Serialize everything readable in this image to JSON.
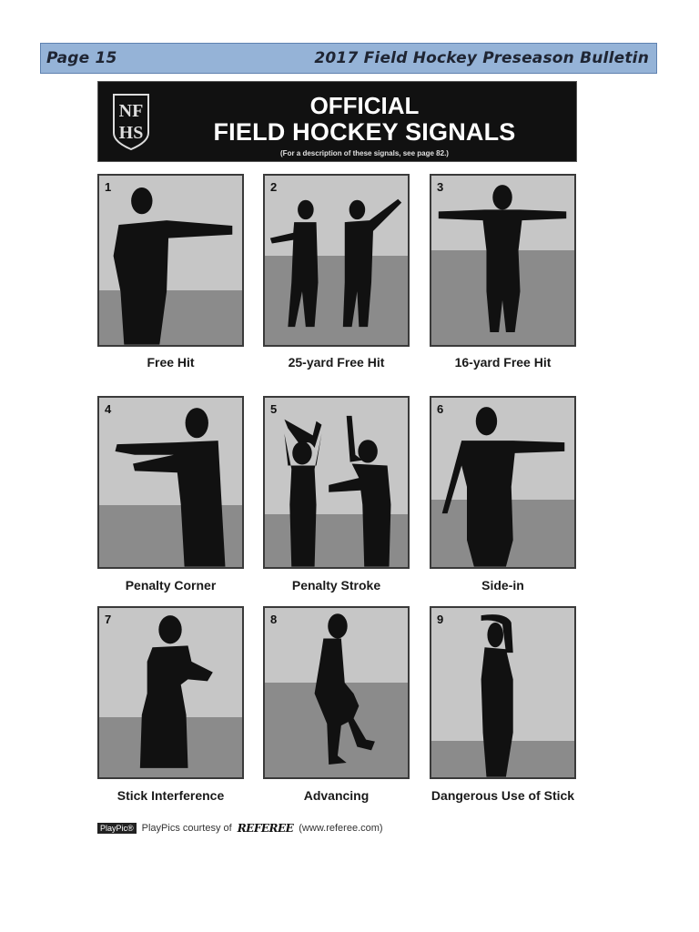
{
  "header": {
    "page_label": "Page 15",
    "publication_title": "2017 Field Hockey Preseason Bulletin",
    "bar_color": "#95b3d7"
  },
  "banner": {
    "logo_icon": "nfhs-shield-logo",
    "logo_text_top": "NF",
    "logo_text_bottom": "HS",
    "title_line1": "OFFICIAL",
    "title_line2": "FIELD HOCKEY SIGNALS",
    "subtitle": "(For a description of these signals, see page 82.)"
  },
  "signals": [
    {
      "number": "1",
      "label": "Free Hit"
    },
    {
      "number": "2",
      "label": "25-yard Free Hit"
    },
    {
      "number": "3",
      "label": "16-yard Free Hit"
    },
    {
      "number": "4",
      "label": "Penalty Corner"
    },
    {
      "number": "5",
      "label": "Penalty Stroke"
    },
    {
      "number": "6",
      "label": "Side-in"
    },
    {
      "number": "7",
      "label": "Stick Interference"
    },
    {
      "number": "8",
      "label": "Advancing"
    },
    {
      "number": "9",
      "label": "Dangerous Use of Stick"
    }
  ],
  "footer": {
    "badge": "PlayPic®",
    "credit_prefix": "PlayPics courtesy of",
    "brand": "REFEREE",
    "url": "(www.referee.com)"
  }
}
